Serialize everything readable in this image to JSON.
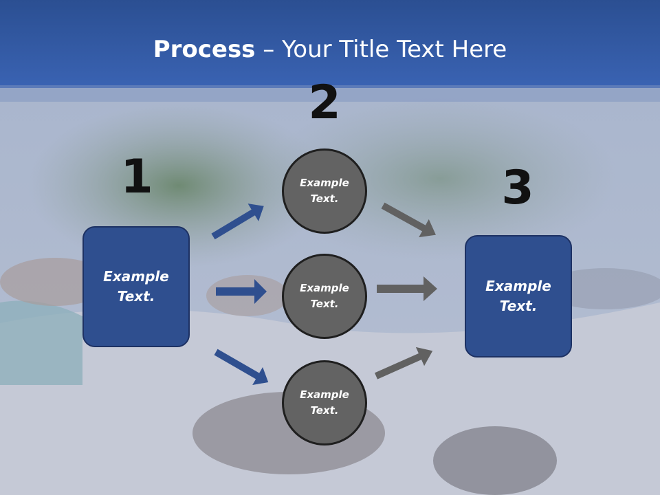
{
  "slide": {
    "title_bold": "Process",
    "title_rest": " – Your Title Text Here"
  },
  "numbers": [
    "1",
    "2",
    "3"
  ],
  "boxes": {
    "left_line1": "Example",
    "left_line2": "Text.",
    "right_line1": "Example",
    "right_line2": "Text."
  },
  "circles": [
    {
      "line1": "Example",
      "line2": "Text."
    },
    {
      "line1": "Example",
      "line2": "Text."
    },
    {
      "line1": "Example",
      "line2": "Text."
    }
  ],
  "colors": {
    "header_blue": "#2f5aa3",
    "box_fill": "#2f4f8f",
    "blue_arrow": "#2f4f8f",
    "gray_arrow": "#616161",
    "circle_fill": "#636363"
  },
  "icons": {
    "left_arrows": "arrow-right-icon",
    "right_arrows": "arrow-right-icon"
  }
}
